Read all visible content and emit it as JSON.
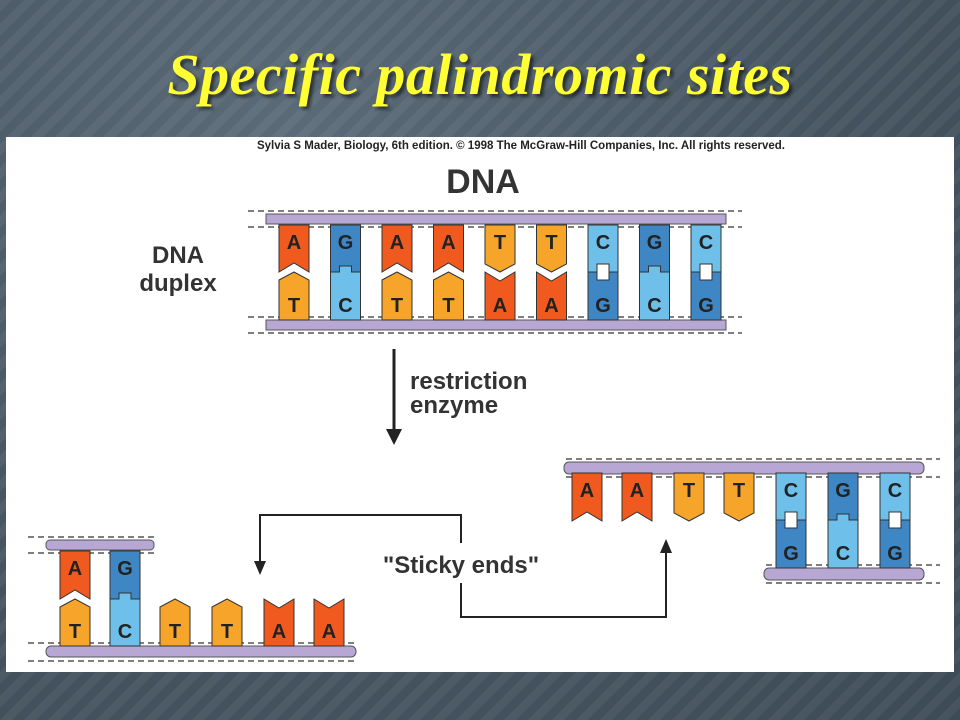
{
  "slide": {
    "title": "Specific palindromic sites"
  },
  "figure": {
    "credit": "Sylvia S Mader, Biology, 6th edition. © 1998 The McGraw-Hill Companies, Inc. All rights reserved.",
    "heading": "DNA",
    "duplex_label_line1": "DNA",
    "duplex_label_line2": "duplex",
    "step_label_line1": "restriction",
    "step_label_line2": "enzyme",
    "sticky_ends_label": "\"Sticky ends\"",
    "duplex_pairs": [
      {
        "top": "A",
        "bottom": "T"
      },
      {
        "top": "G",
        "bottom": "C"
      },
      {
        "top": "A",
        "bottom": "T"
      },
      {
        "top": "A",
        "bottom": "T"
      },
      {
        "top": "T",
        "bottom": "A"
      },
      {
        "top": "T",
        "bottom": "A"
      },
      {
        "top": "C",
        "bottom": "G"
      },
      {
        "top": "G",
        "bottom": "C"
      },
      {
        "top": "C",
        "bottom": "G"
      }
    ],
    "left_fragment_pairs": [
      {
        "top": "A",
        "bottom": "T"
      },
      {
        "top": "G",
        "bottom": "C"
      }
    ],
    "left_fragment_overhang": [
      "T",
      "T",
      "A",
      "A"
    ],
    "right_fragment_overhang": [
      "A",
      "A",
      "T",
      "T"
    ],
    "right_fragment_pairs": [
      {
        "top": "C",
        "bottom": "G"
      },
      {
        "top": "G",
        "bottom": "C"
      },
      {
        "top": "C",
        "bottom": "G"
      }
    ],
    "base_colors": {
      "A": "#f05a1e",
      "T": "#f7a52a",
      "G": "#3f86c4",
      "C": "#6ec0ea"
    }
  }
}
